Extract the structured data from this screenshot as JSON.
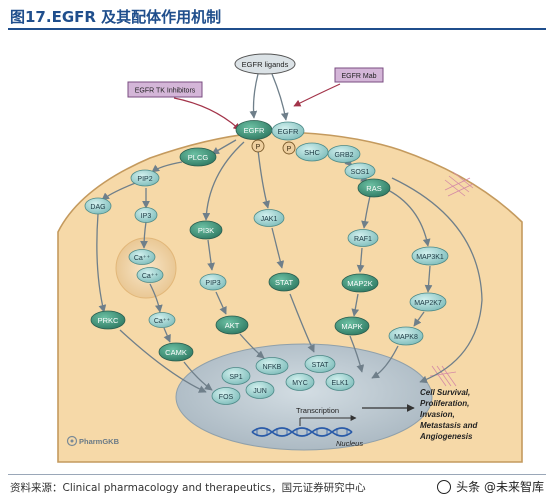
{
  "title": "图17.EGFR 及其配体作用机制",
  "source": "资料来源：Clinical pharmacology and therapeutics，国元证券研究中心",
  "watermark": {
    "text": "头条 @未来智库",
    "logo": "toutiao-logo"
  },
  "colors": {
    "cell": "#f6d9a8",
    "node_dark": "#4f9f86",
    "node_light": "#a7d8d6",
    "nucleus": "#b9c6cf",
    "drug_box": "#d4b6d8",
    "title": "#1f4e8c"
  },
  "diagram": {
    "ligand": "EGFR ligands",
    "drug_tki": "EGFR TK Inhibitors",
    "drug_mab": "EGFR Mab",
    "receptor_left": "EGFR",
    "receptor_right": "EGFR",
    "phospho": "P",
    "plcg": "PLCG",
    "pip2": "PIP2",
    "dag": "DAG",
    "ip3": "IP3",
    "ca1": "Ca⁺⁺",
    "ca2": "Ca⁺⁺",
    "ca3": "Ca⁺⁺",
    "prkc": "PRKC",
    "camk": "CAMK",
    "pi3k": "PI3K",
    "pip3": "PIP3",
    "akt": "AKT",
    "jak1": "JAK1",
    "stat_cyto": "STAT",
    "shc": "SHC",
    "grb2": "GRB2",
    "sos1": "SOS1",
    "ras": "RAS",
    "raf1": "RAF1",
    "map2k": "MAP2K",
    "mapk": "MAPK",
    "map3k1": "MAP3K1",
    "map2k7": "MAP2K7",
    "mapk8": "MAPK8",
    "nfkb": "NFKB",
    "stat_nuc": "STAT",
    "sp1": "SP1",
    "jun": "JUN",
    "myc": "MYC",
    "elk1": "ELK1",
    "fos": "FOS",
    "transcription": "Transcription",
    "nucleus": "Nucleus",
    "outcome": [
      "Cell Survival,",
      "Proliferation,",
      "Invasion,",
      "Metastasis and",
      "Angiogenesis"
    ],
    "logo": "PharmGKB"
  }
}
